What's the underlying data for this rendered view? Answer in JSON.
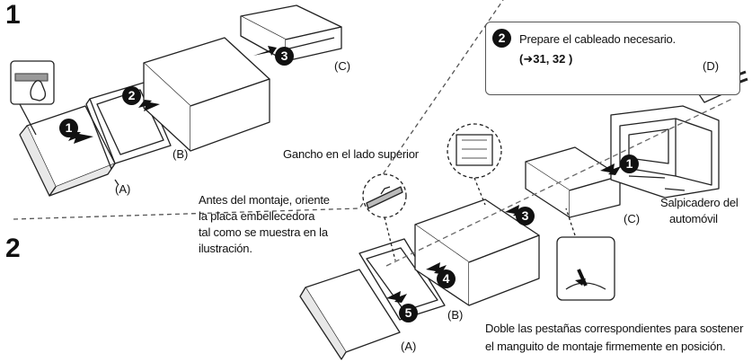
{
  "step1": {
    "number": "1",
    "markers": [
      "1",
      "2",
      "3"
    ],
    "labels": {
      "a": "(A)",
      "b": "(B)",
      "c": "(C)"
    }
  },
  "step2": {
    "number": "2",
    "markers": [
      "1",
      "2",
      "3",
      "4",
      "5"
    ],
    "labels": {
      "a": "(A)",
      "b": "(B)",
      "c": "(C)",
      "d": "(D)"
    },
    "callout": {
      "marker": "2",
      "text": "Prepare el cableado necesario.",
      "ref_prefix": "(",
      "ref_arrow": "➜",
      "ref_pages": "31, 32",
      "ref_suffix": " )"
    },
    "hook_label": "Gancho en el lado superior",
    "orient_note": [
      "Antes del montaje, oriente",
      "la placa embellecedora",
      "tal como se muestra en la",
      "ilustración."
    ],
    "dashboard_label": [
      "Salpicadero del",
      "automóvil"
    ],
    "bend_note": [
      "Doble las pestañas correspondientes para sostener",
      "el manguito de montaje firmemente en posición."
    ]
  }
}
